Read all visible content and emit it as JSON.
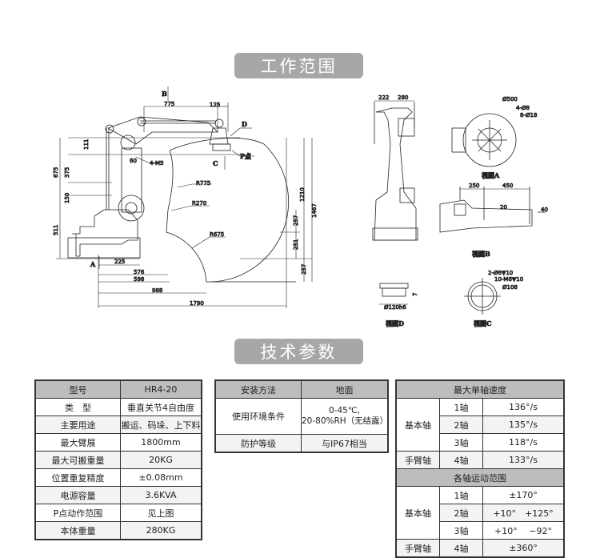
{
  "sections": {
    "range_title": "工作范围",
    "spec_title": "技术参数"
  },
  "drawing": {
    "main_view": {
      "view_arrows": {
        "b": "B",
        "c": "C",
        "a": "A",
        "d": "D"
      },
      "p_point": "P点",
      "mount_holes": "4-M5",
      "radii": {
        "r775": "R775",
        "r270": "R270",
        "r675": "R675"
      },
      "horizontal_dims": {
        "d775": "775",
        "d125": "125",
        "d60": "60",
        "d225": "225",
        "d576": "576",
        "d598": "598",
        "d988": "988",
        "d1790": "1790"
      },
      "vertical_dims": {
        "d111": "111",
        "d675": "675",
        "d375": "375",
        "d150": "150",
        "d511": "511",
        "d1210": "1210",
        "d1467": "1467",
        "d257a": "257",
        "d251": "251",
        "d257b": "257"
      }
    },
    "side_view": {
      "d222": "222",
      "d280": "280"
    },
    "view_a": {
      "label": "视图A",
      "dia500": "Ø500",
      "holes1": "4-Ø8",
      "holes2": "8-Ø18"
    },
    "view_b": {
      "label": "视图B",
      "d250": "250",
      "d450": "450",
      "d20": "20",
      "d40": "40"
    },
    "view_c": {
      "label": "视图C",
      "holes1": "2-Ø6▼10",
      "holes2": "10-M6▼10",
      "dia108": "Ø108"
    },
    "view_d": {
      "label": "视图D",
      "dia120": "Ø120h6",
      "d7": "7"
    }
  },
  "table_basic": {
    "header": [
      "型号",
      "HR4-20"
    ],
    "rows": [
      [
        "类　型",
        "垂直关节4自由度"
      ],
      [
        "主要用途",
        "搬运、码垛、上下料"
      ],
      [
        "最大臂展",
        "1800mm"
      ],
      [
        "最大可搬重量",
        "20KG"
      ],
      [
        "位置重复精度",
        "±0.08mm"
      ],
      [
        "电源容量",
        "3.6KVA"
      ],
      [
        "P点动作范围",
        "见上图"
      ],
      [
        "本体重量",
        "280KG"
      ]
    ]
  },
  "table_env": {
    "header": [
      "安装方法",
      "地面"
    ],
    "rows": [
      [
        "使用环境条件",
        "0-45℃,",
        "20-80%RH（无结露）"
      ],
      [
        "防护等级",
        "与IP67相当"
      ]
    ]
  },
  "table_axis": {
    "speed_title": "最大单轴速度",
    "range_title": "各轴运动范围",
    "group_base": "基本轴",
    "group_arm": "手臂轴",
    "speed_rows": [
      [
        "1轴",
        "136°/s"
      ],
      [
        "2轴",
        "135°/s"
      ],
      [
        "3轴",
        "118°/s"
      ],
      [
        "4轴",
        "133°/s"
      ]
    ],
    "range_rows": [
      [
        "1轴",
        "±170°"
      ],
      [
        "2轴",
        "+10°　+125°"
      ],
      [
        "3轴",
        "+10°　 −92°"
      ],
      [
        "4轴",
        "±360°"
      ]
    ]
  }
}
